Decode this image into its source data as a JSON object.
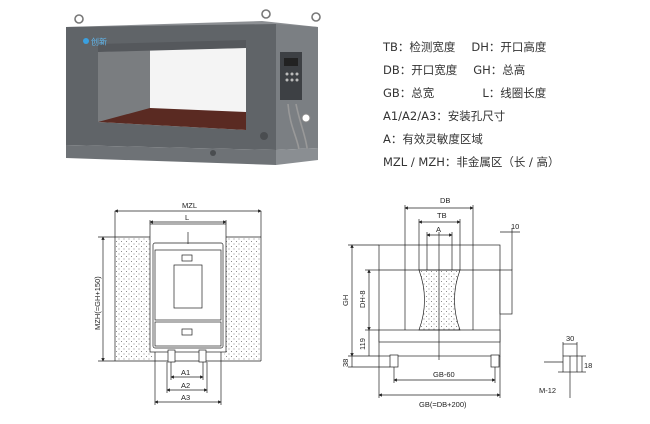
{
  "logo_text": "创新",
  "legend": [
    {
      "a": "TB：检测宽度",
      "b": "DH：开口高度"
    },
    {
      "a": "DB：开口宽度",
      "b": "GH：总高"
    },
    {
      "a": "GB：总宽",
      "b": "L：线圈长度"
    },
    {
      "a": "A1/A2/A3：安装孔尺寸",
      "b": ""
    },
    {
      "a": "A：有效灵敏度区域",
      "b": ""
    },
    {
      "a": "MZL / MZH：非金属区（长 / 高）",
      "b": ""
    }
  ],
  "left_drawing": {
    "mzl": "MZL",
    "l": "L",
    "mzh": "MZH(=GH+150)",
    "a1": "A1",
    "a2": "A2",
    "a3": "A3"
  },
  "right_drawing": {
    "db": "DB",
    "tb": "TB",
    "a": "A",
    "ten": "10",
    "gh": "GH",
    "dh8": "DH-8",
    "n119": "119",
    "n38": "38",
    "gb60": "GB-60",
    "gb": "GB(=DB+200)",
    "n30": "30",
    "n18": "18",
    "m12": "M-12"
  }
}
